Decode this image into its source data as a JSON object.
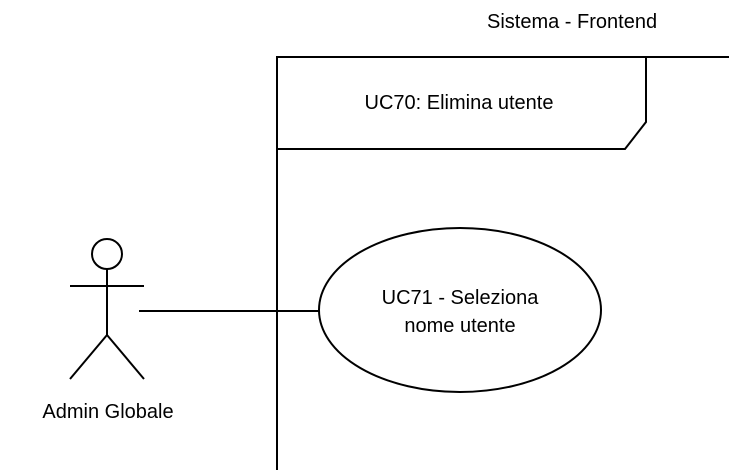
{
  "system_boundary": {
    "title": "Sistema - Frontend"
  },
  "fragment": {
    "label": "UC70: Elimina utente"
  },
  "use_case": {
    "line1": "UC71 - Seleziona",
    "line2": "nome utente"
  },
  "actor": {
    "name": "Admin Globale"
  },
  "colors": {
    "stroke": "#000000",
    "background": "#ffffff",
    "text": "#000000"
  }
}
